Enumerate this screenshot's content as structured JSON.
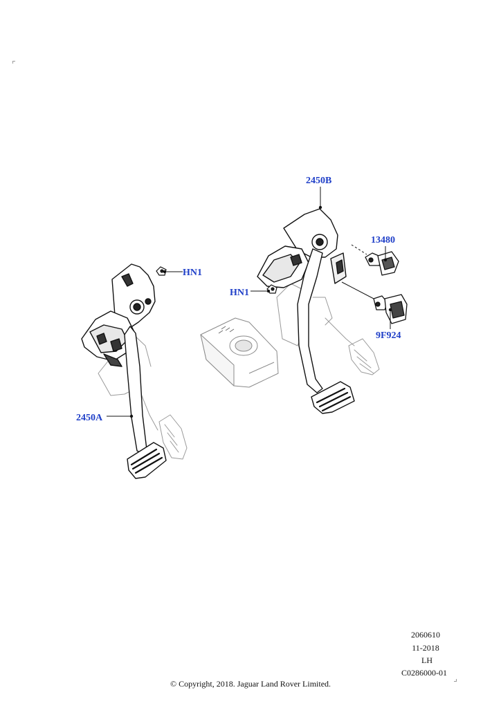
{
  "callouts": {
    "pedal_2450B": "2450B",
    "pedal_2450A": "2450A",
    "nut_hn1_left": "HN1",
    "nut_hn1_right": "HN1",
    "switch_13480": "13480",
    "sensor_9F924": "9F924"
  },
  "meta": {
    "diagram_number": "2060610",
    "date": "11-2018",
    "side": "LH",
    "reference": "C0286000-01"
  },
  "copyright": "© Copyright, 2018. Jaguar Land Rover Limited.",
  "colors": {
    "callout_text": "#1f3fc8",
    "line_art": "#111111",
    "ghost_art": "#9a9a9a"
  }
}
